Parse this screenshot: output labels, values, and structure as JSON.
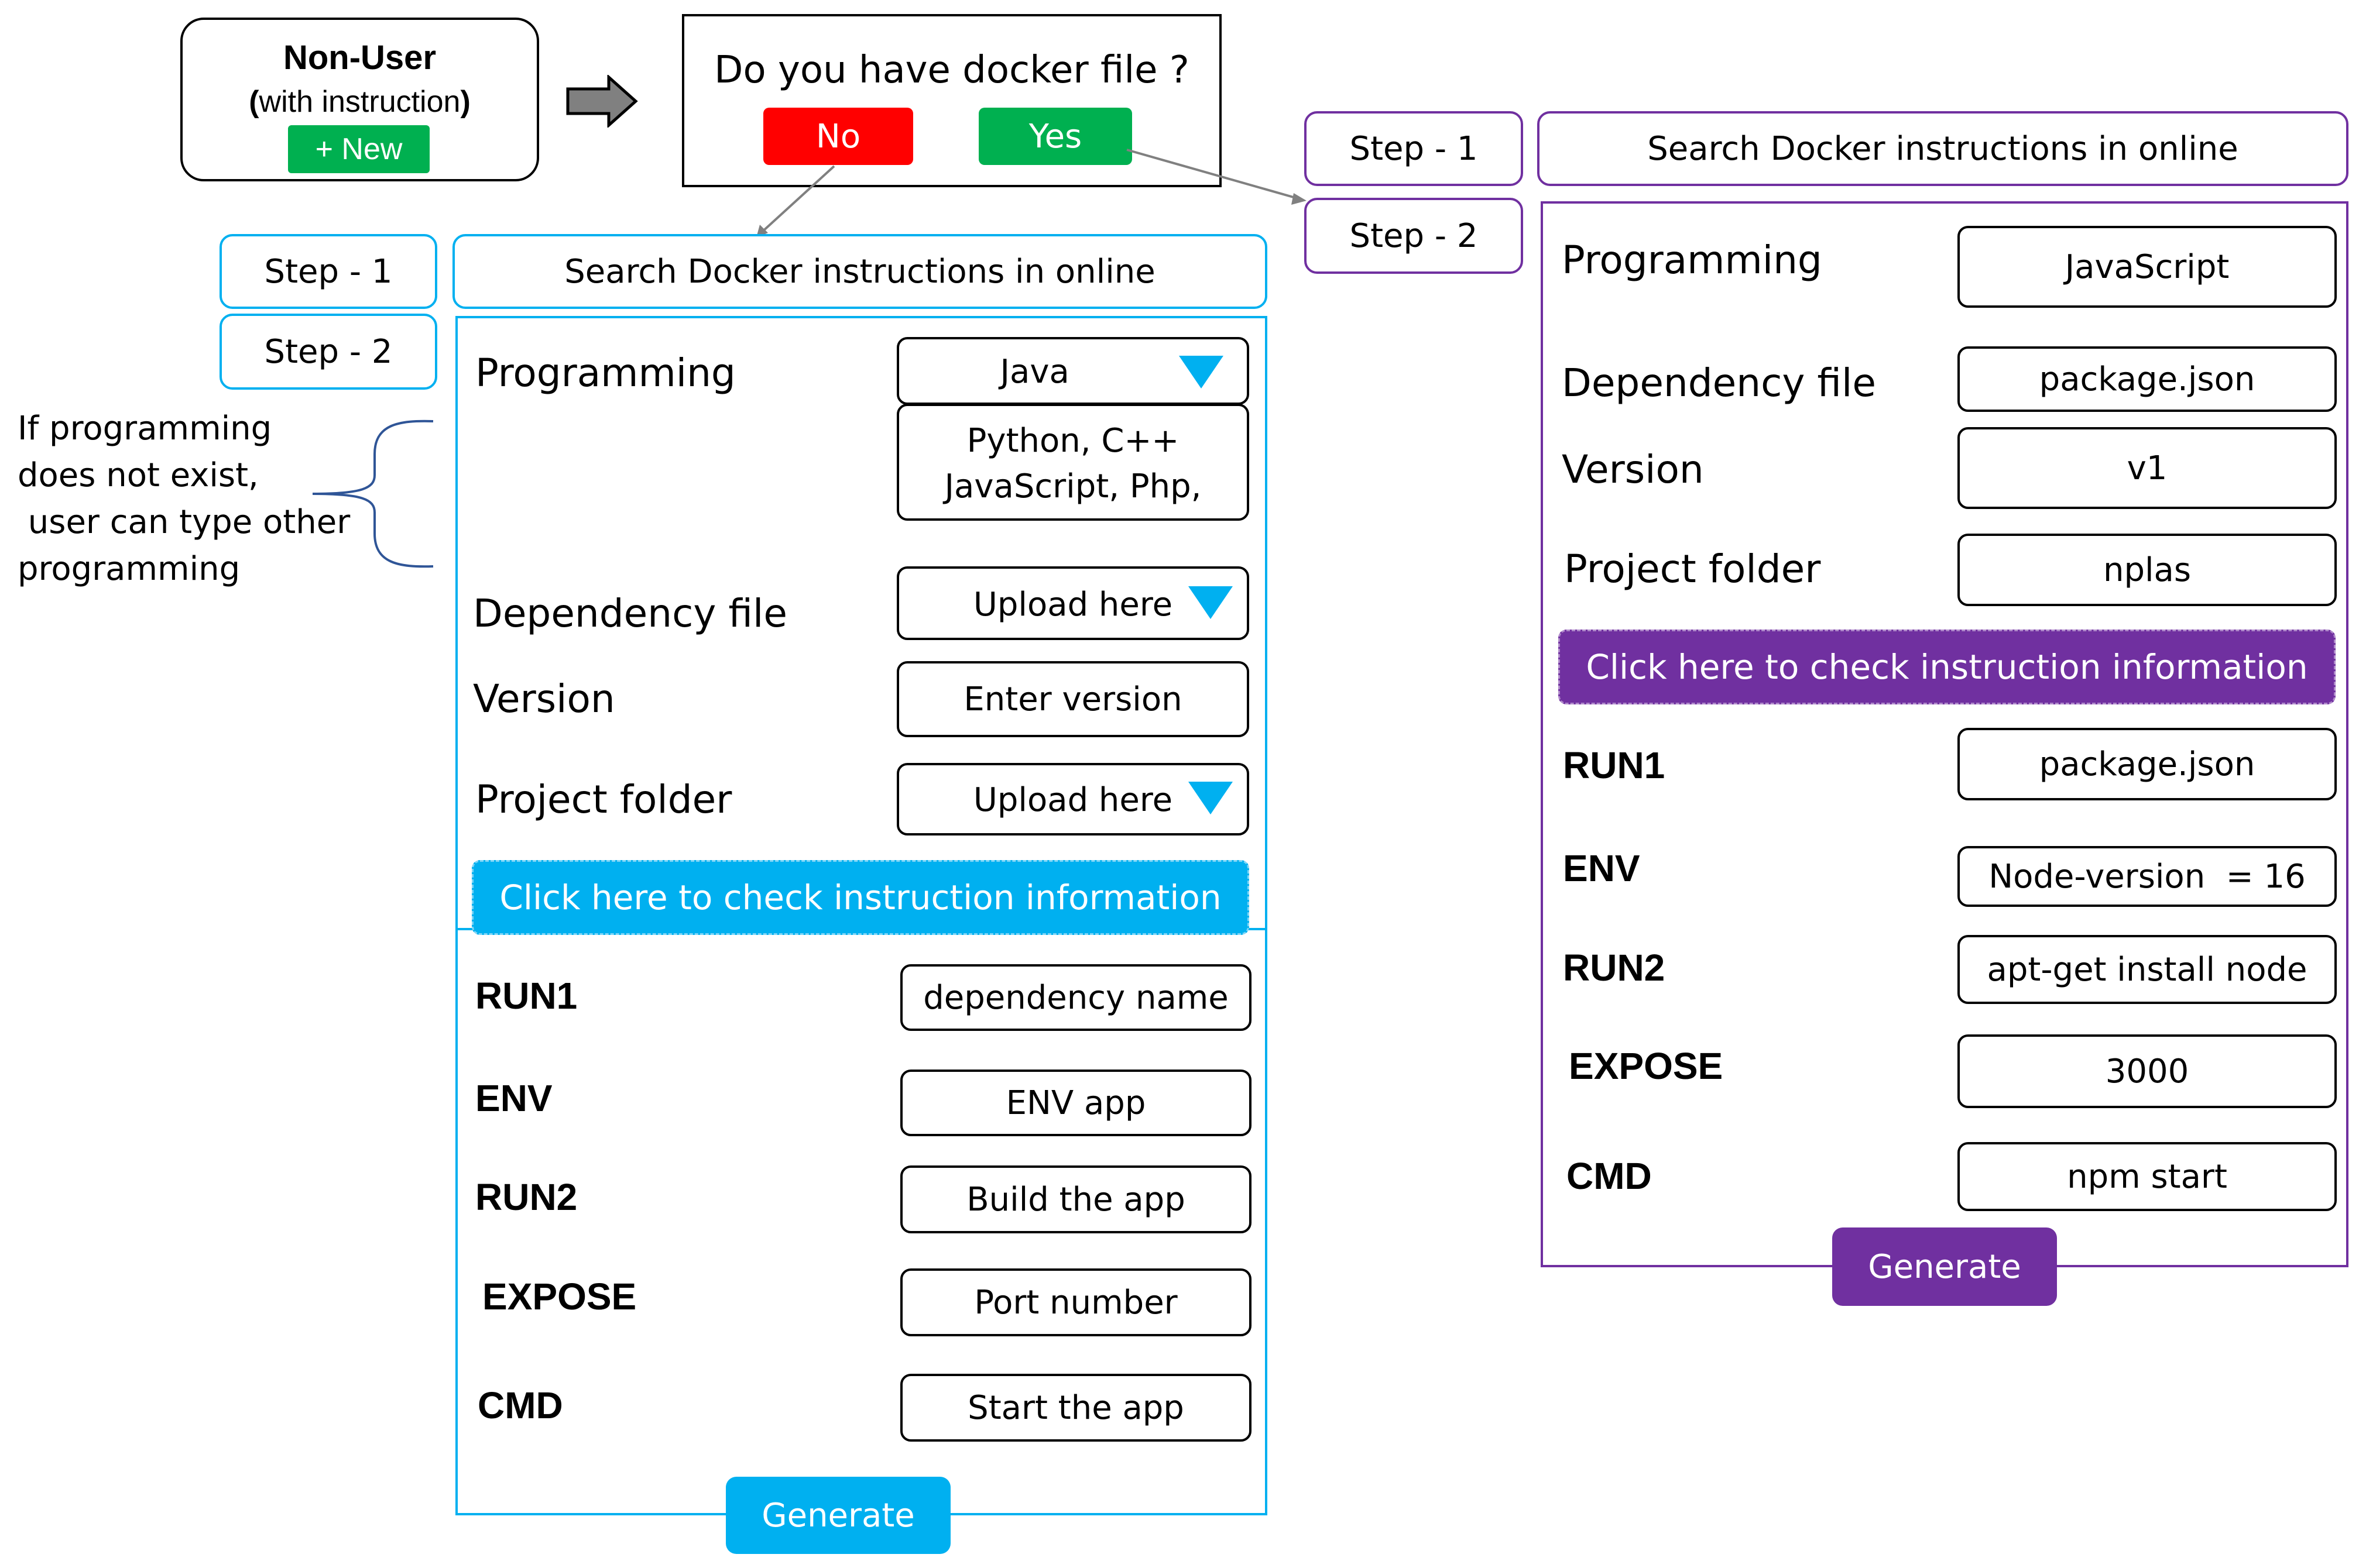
{
  "nonuser": {
    "title": "Non-User",
    "subtitle_open": "(",
    "subtitle": "with instruction",
    "subtitle_close": ")",
    "new_button": "+ New"
  },
  "question": {
    "text": "Do you have docker file ?",
    "no": "No",
    "yes": "Yes"
  },
  "left": {
    "step1": "Step - 1",
    "step2": "Step - 2",
    "search": "Search Docker instructions in online",
    "labels": {
      "programming": "Programming",
      "dependency": "Dependency  file",
      "version": "Version",
      "project": "Project folder"
    },
    "programming_value": "Java",
    "programming_options_line1": "Python, C++",
    "programming_options_line2": "JavaScript, Php,",
    "dependency_value": "Upload here",
    "version_placeholder": "Enter version",
    "project_value": "Upload here",
    "check_button": "Click here to check instruction information",
    "run1": "RUN1",
    "run1_value": "dependency  name",
    "env": "ENV",
    "env_value": "ENV app",
    "run2": "RUN2",
    "run2_value": "Build the app",
    "expose": "EXPOSE",
    "expose_value": "Port number",
    "cmd": "CMD",
    "cmd_value": "Start the app",
    "generate": "Generate"
  },
  "note": {
    "line1": "If programming",
    "line2": "does not exist,",
    "line3": " user can type other",
    "line4": "programming"
  },
  "right": {
    "step1": "Step - 1",
    "step2": "Step - 2",
    "search": "Search Docker instructions in online",
    "labels": {
      "programming": "Programming",
      "dependency": "Dependency  file",
      "version": "Version",
      "project": "Project folder"
    },
    "programming_value": "JavaScript",
    "dependency_value": "package.json",
    "version_value": "v1",
    "project_value": "nplas",
    "check_button": "Click here to check instruction information",
    "run1": "RUN1",
    "run1_value": "package.json",
    "env": "ENV",
    "env_value": "Node-version  = 16",
    "run2": "RUN2",
    "run2_value": "apt-get install node",
    "expose": "EXPOSE",
    "expose_value": "3000",
    "cmd": "CMD",
    "cmd_value": "npm start",
    "generate": "Generate"
  },
  "colors": {
    "blue": "#00B0F0",
    "purple": "#7030A0",
    "red": "#FF0000",
    "green": "#00B050",
    "arrow_gray": "#7F7F7F"
  }
}
